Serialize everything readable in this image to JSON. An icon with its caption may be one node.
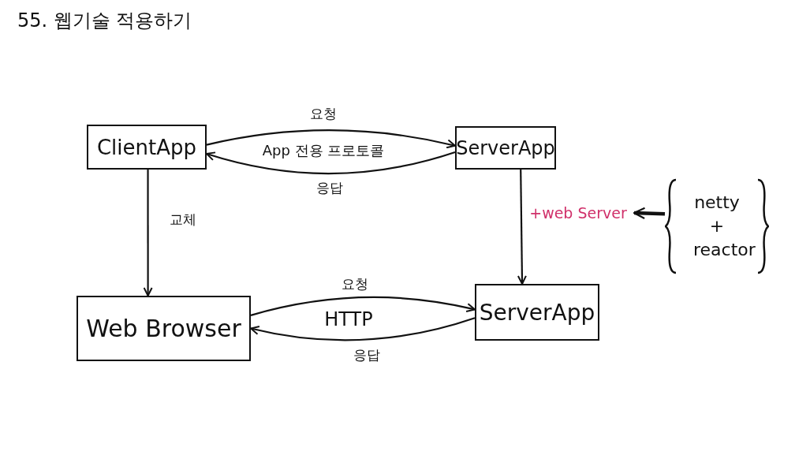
{
  "diagram": {
    "title": "55. 웹기술 적용하기",
    "nodes": [
      {
        "text": [
          "ClientApp"
        ]
      },
      {
        "text": [
          "ServerApp"
        ]
      },
      {
        "text": [
          "Web Browser"
        ]
      },
      {
        "text": [
          "ServerApp"
        ]
      },
      {
        "text": [
          "netty + reactor"
        ]
      },
      {
        "text": [
          "+web Server"
        ]
      }
    ],
    "edges": [
      {
        "from": 0,
        "to": 1,
        "arrow": "to",
        "label": "요청"
      },
      {
        "from": 1,
        "to": 0,
        "arrow": "to",
        "label": "응답"
      },
      {
        "from": 0,
        "to": 2,
        "arrow": "to",
        "label": "교체"
      },
      {
        "from": 1,
        "to": 3,
        "arrow": "to"
      },
      {
        "from": 2,
        "to": 3,
        "arrow": "to",
        "label": "요청"
      },
      {
        "from": 3,
        "to": 2,
        "arrow": "to",
        "label": "응답"
      },
      {
        "from": 4,
        "to": 5,
        "arrow": "to",
        "style": "thick"
      }
    ],
    "labels": [
      "App 전용 프로토콜",
      "HTTP"
    ]
  }
}
